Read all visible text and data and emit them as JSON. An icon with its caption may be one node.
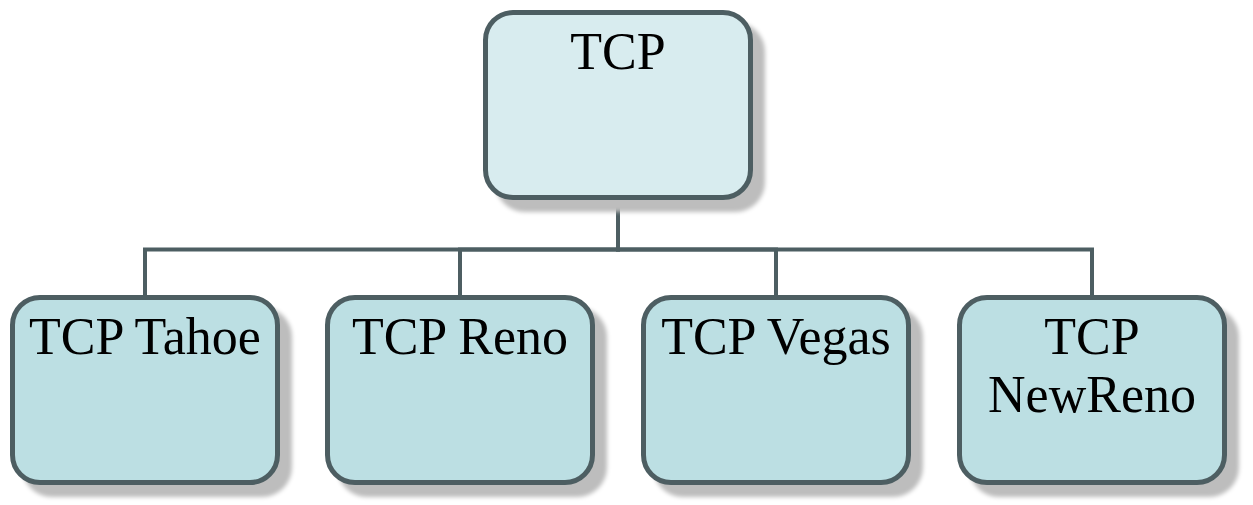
{
  "diagram": {
    "nodes": [
      {
        "text": [
          "TCP"
        ]
      },
      {
        "text": [
          "TCP Tahoe"
        ]
      },
      {
        "text": [
          "TCP Reno"
        ]
      },
      {
        "text": [
          "TCP Vegas"
        ]
      },
      {
        "text": [
          "TCP NewReno"
        ]
      }
    ],
    "edges": [
      {
        "from": 0,
        "to": 1,
        "arrow": "none"
      },
      {
        "from": 0,
        "to": 2,
        "arrow": "none"
      },
      {
        "from": 0,
        "to": 3,
        "arrow": "none"
      },
      {
        "from": 0,
        "to": 4,
        "arrow": "none"
      }
    ]
  }
}
